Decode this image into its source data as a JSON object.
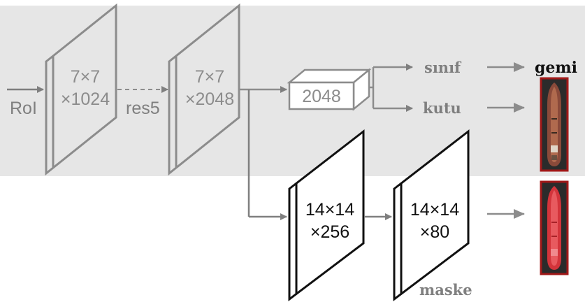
{
  "input": {
    "label": "RoI"
  },
  "block1": {
    "line1": "7×7",
    "line2": "×1024"
  },
  "stage_label": "res5",
  "block2": {
    "line1": "7×7",
    "line2": "×2048"
  },
  "fc": {
    "label": "2048"
  },
  "outputs": {
    "class_label": "sınıf",
    "class_value": "gemi",
    "box_label": "kutu"
  },
  "mask_branch": {
    "block1": {
      "line1": "14×14",
      "line2": "×256"
    },
    "block2": {
      "line1": "14×14",
      "line2": "×80"
    },
    "label": "maske"
  },
  "colors": {
    "panel_bg": "#e6e6e6",
    "stroke": "#7f7f7f",
    "ship_hull": "#8a4a3a",
    "mask_red": "#d3343b",
    "frame": "#a01818"
  },
  "icons": {
    "ship_detection": "ship-thumbnail-icon",
    "ship_mask": "ship-mask-thumbnail-icon"
  }
}
